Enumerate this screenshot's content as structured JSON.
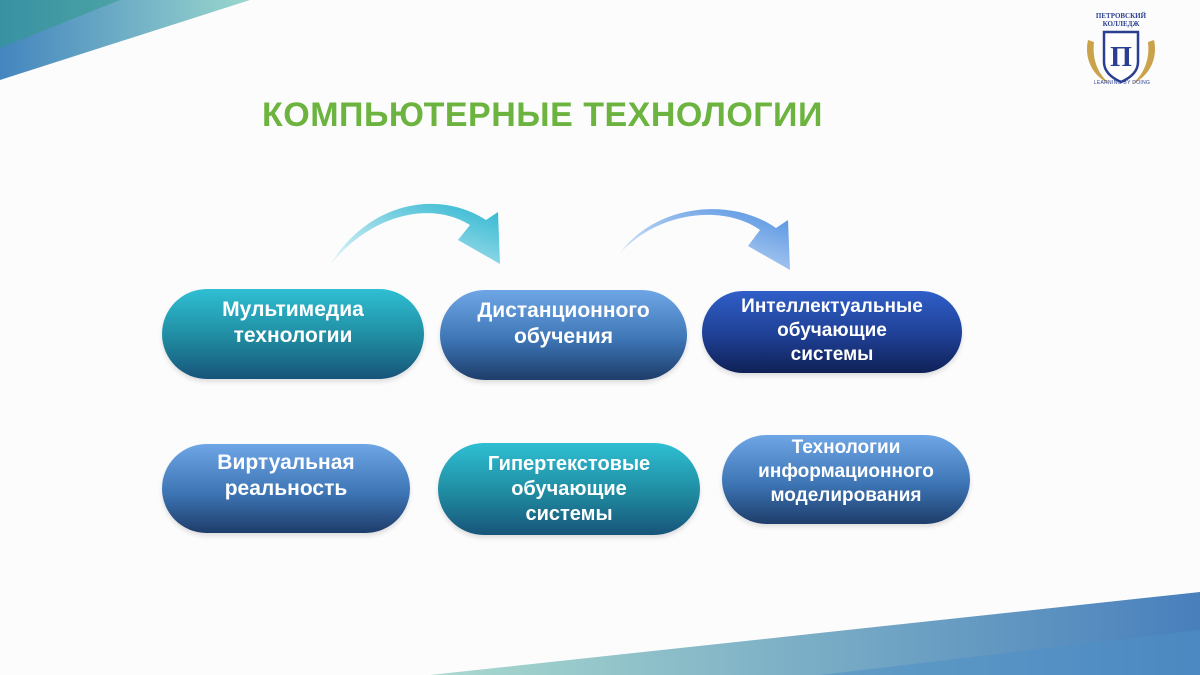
{
  "slide": {
    "title": "КОМПЬЮТЕРНЫЕ ТЕХНОЛОГИИ"
  },
  "logo": {
    "name": "ПЕТРОВСКИЙ\nКОЛЛЕДЖ",
    "motto": "LEARNING BY DOING",
    "monogram": "П"
  },
  "nodes": [
    {
      "label": "Мультимедиа\nтехнологии"
    },
    {
      "label": "Дистанционного\nобучения"
    },
    {
      "label": "Интеллектуальные\nобучающие\nсистемы"
    },
    {
      "label": "Виртуальная\nреальность"
    },
    {
      "label": "Гипертекстовые\nобучающие\nсистемы"
    },
    {
      "label": "Технологии\nинформационного\nмоделирования"
    }
  ],
  "colors": {
    "title": "#6cb33f",
    "teal": "#1f8aa0",
    "blue": "#3d75b5",
    "navy": "#1f3f94",
    "brand": "#2a3f8f"
  }
}
